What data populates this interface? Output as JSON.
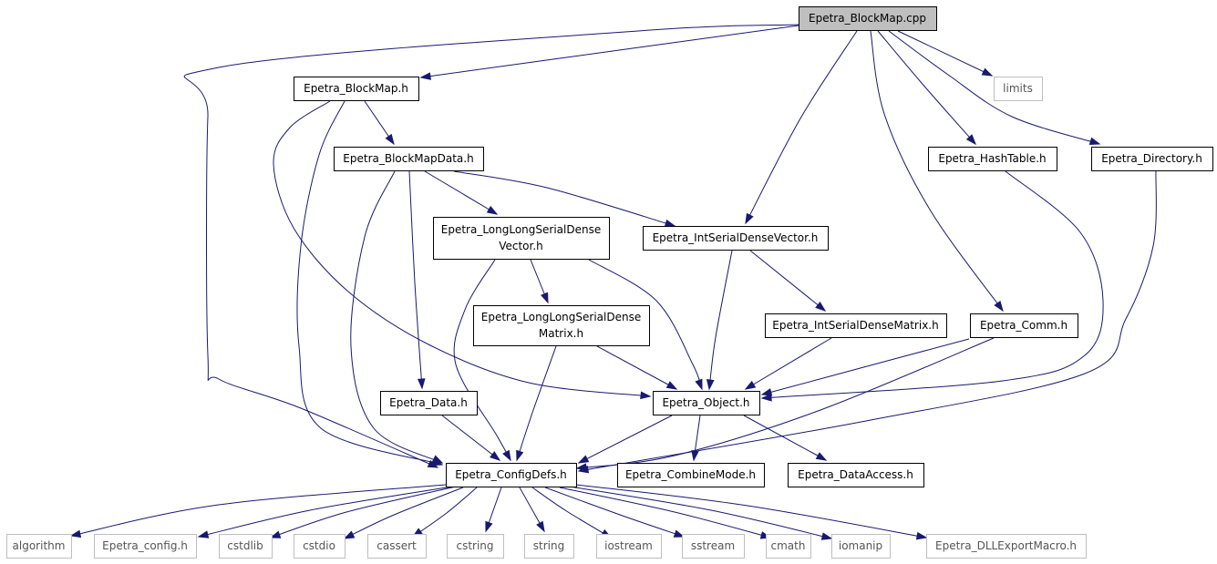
{
  "graph": {
    "colors": {
      "edge": "#191970",
      "root_fill": "#bfbfbf",
      "node_border": "#000000",
      "system_border": "#bfbfbf",
      "system_text": "#555555"
    },
    "nodes": [
      {
        "id": "root",
        "label": "Epetra_BlockMap.cpp",
        "kind": "root"
      },
      {
        "id": "limits",
        "label": "limits",
        "kind": "system"
      },
      {
        "id": "bm_h",
        "label": "Epetra_BlockMap.h",
        "kind": "header"
      },
      {
        "id": "bmd_h",
        "label": "Epetra_BlockMapData.h",
        "kind": "header"
      },
      {
        "id": "ht_h",
        "label": "Epetra_HashTable.h",
        "kind": "header"
      },
      {
        "id": "dir_h",
        "label": "Epetra_Directory.h",
        "kind": "header"
      },
      {
        "id": "llsdv_h",
        "label": "Epetra_LongLongSerialDense Vector.h",
        "lines": [
          "Epetra_LongLongSerialDense",
          "Vector.h"
        ],
        "kind": "header"
      },
      {
        "id": "isdv_h",
        "label": "Epetra_IntSerialDenseVector.h",
        "kind": "header"
      },
      {
        "id": "llsdm_h",
        "label": "Epetra_LongLongSerialDense Matrix.h",
        "lines": [
          "Epetra_LongLongSerialDense",
          "Matrix.h"
        ],
        "kind": "header"
      },
      {
        "id": "isdm_h",
        "label": "Epetra_IntSerialDenseMatrix.h",
        "kind": "header"
      },
      {
        "id": "comm_h",
        "label": "Epetra_Comm.h",
        "kind": "header"
      },
      {
        "id": "data_h",
        "label": "Epetra_Data.h",
        "kind": "header"
      },
      {
        "id": "obj_h",
        "label": "Epetra_Object.h",
        "kind": "header"
      },
      {
        "id": "cfg_h",
        "label": "Epetra_ConfigDefs.h",
        "kind": "header"
      },
      {
        "id": "cm_h",
        "label": "Epetra_CombineMode.h",
        "kind": "header"
      },
      {
        "id": "da_h",
        "label": "Epetra_DataAccess.h",
        "kind": "header"
      },
      {
        "id": "algorithm",
        "label": "algorithm",
        "kind": "system"
      },
      {
        "id": "epetra_config",
        "label": "Epetra_config.h",
        "kind": "system"
      },
      {
        "id": "cstdlib",
        "label": "cstdlib",
        "kind": "system"
      },
      {
        "id": "cstdio",
        "label": "cstdio",
        "kind": "system"
      },
      {
        "id": "cassert",
        "label": "cassert",
        "kind": "system"
      },
      {
        "id": "cstring",
        "label": "cstring",
        "kind": "system"
      },
      {
        "id": "string",
        "label": "string",
        "kind": "system"
      },
      {
        "id": "iostream",
        "label": "iostream",
        "kind": "system"
      },
      {
        "id": "sstream",
        "label": "sstream",
        "kind": "system"
      },
      {
        "id": "cmath",
        "label": "cmath",
        "kind": "system"
      },
      {
        "id": "iomanip",
        "label": "iomanip",
        "kind": "system"
      },
      {
        "id": "dllexport",
        "label": "Epetra_DLLExportMacro.h",
        "kind": "system"
      }
    ],
    "edges": [
      {
        "from": "root",
        "to": "bm_h"
      },
      {
        "from": "root",
        "to": "cfg_h"
      },
      {
        "from": "root",
        "to": "isdv_h"
      },
      {
        "from": "root",
        "to": "comm_h"
      },
      {
        "from": "root",
        "to": "ht_h"
      },
      {
        "from": "root",
        "to": "dir_h"
      },
      {
        "from": "root",
        "to": "limits"
      },
      {
        "from": "bm_h",
        "to": "bmd_h"
      },
      {
        "from": "bm_h",
        "to": "obj_h"
      },
      {
        "from": "bm_h",
        "to": "cfg_h"
      },
      {
        "from": "bmd_h",
        "to": "llsdv_h"
      },
      {
        "from": "bmd_h",
        "to": "isdv_h"
      },
      {
        "from": "bmd_h",
        "to": "data_h"
      },
      {
        "from": "bmd_h",
        "to": "cfg_h"
      },
      {
        "from": "llsdv_h",
        "to": "llsdm_h"
      },
      {
        "from": "llsdv_h",
        "to": "obj_h"
      },
      {
        "from": "llsdv_h",
        "to": "cfg_h"
      },
      {
        "from": "isdv_h",
        "to": "isdm_h"
      },
      {
        "from": "isdv_h",
        "to": "obj_h"
      },
      {
        "from": "llsdm_h",
        "to": "obj_h"
      },
      {
        "from": "llsdm_h",
        "to": "cfg_h"
      },
      {
        "from": "isdm_h",
        "to": "obj_h"
      },
      {
        "from": "comm_h",
        "to": "obj_h"
      },
      {
        "from": "comm_h",
        "to": "cfg_h"
      },
      {
        "from": "ht_h",
        "to": "obj_h"
      },
      {
        "from": "dir_h",
        "to": "cfg_h"
      },
      {
        "from": "data_h",
        "to": "cfg_h"
      },
      {
        "from": "obj_h",
        "to": "cfg_h"
      },
      {
        "from": "obj_h",
        "to": "cm_h"
      },
      {
        "from": "obj_h",
        "to": "da_h"
      },
      {
        "from": "cfg_h",
        "to": "algorithm"
      },
      {
        "from": "cfg_h",
        "to": "epetra_config"
      },
      {
        "from": "cfg_h",
        "to": "cstdlib"
      },
      {
        "from": "cfg_h",
        "to": "cstdio"
      },
      {
        "from": "cfg_h",
        "to": "cassert"
      },
      {
        "from": "cfg_h",
        "to": "cstring"
      },
      {
        "from": "cfg_h",
        "to": "string"
      },
      {
        "from": "cfg_h",
        "to": "iostream"
      },
      {
        "from": "cfg_h",
        "to": "sstream"
      },
      {
        "from": "cfg_h",
        "to": "cmath"
      },
      {
        "from": "cfg_h",
        "to": "iomanip"
      },
      {
        "from": "cfg_h",
        "to": "dllexport"
      }
    ]
  }
}
